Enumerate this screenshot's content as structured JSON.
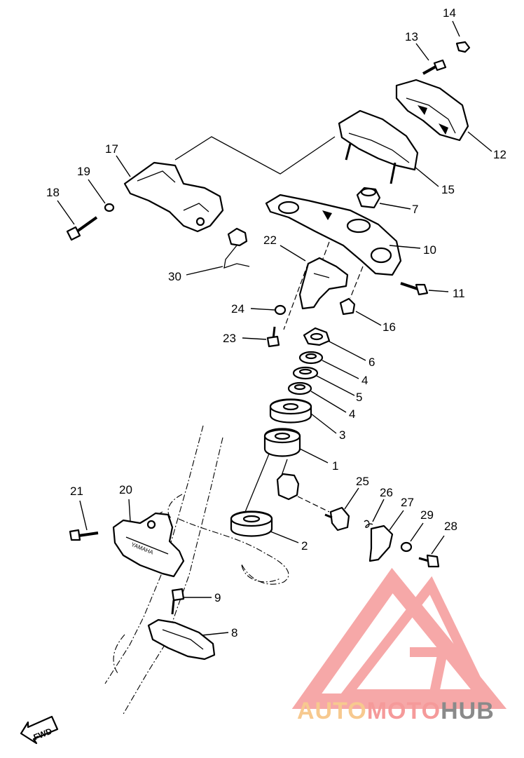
{
  "callouts": [
    {
      "id": "14",
      "text": "14"
    },
    {
      "id": "13",
      "text": "13"
    },
    {
      "id": "12",
      "text": "12"
    },
    {
      "id": "15",
      "text": "15"
    },
    {
      "id": "17",
      "text": "17"
    },
    {
      "id": "19",
      "text": "19"
    },
    {
      "id": "18",
      "text": "18"
    },
    {
      "id": "7",
      "text": "7"
    },
    {
      "id": "10",
      "text": "10"
    },
    {
      "id": "22",
      "text": "22"
    },
    {
      "id": "30",
      "text": "30"
    },
    {
      "id": "11",
      "text": "11"
    },
    {
      "id": "24",
      "text": "24"
    },
    {
      "id": "16",
      "text": "16"
    },
    {
      "id": "23",
      "text": "23"
    },
    {
      "id": "6",
      "text": "6"
    },
    {
      "id": "4a",
      "text": "4"
    },
    {
      "id": "5",
      "text": "5"
    },
    {
      "id": "4b",
      "text": "4"
    },
    {
      "id": "3",
      "text": "3"
    },
    {
      "id": "1",
      "text": "1"
    },
    {
      "id": "25",
      "text": "25"
    },
    {
      "id": "26",
      "text": "26"
    },
    {
      "id": "27",
      "text": "27"
    },
    {
      "id": "29",
      "text": "29"
    },
    {
      "id": "28",
      "text": "28"
    },
    {
      "id": "21",
      "text": "21"
    },
    {
      "id": "20",
      "text": "20"
    },
    {
      "id": "2",
      "text": "2"
    },
    {
      "id": "9",
      "text": "9"
    },
    {
      "id": "8",
      "text": "8"
    }
  ],
  "direction_label": "FWD",
  "bracket_emblem": "YAMAHA",
  "watermark": {
    "part1": "AUTO",
    "part2": "MOTO",
    "part3": "HUB",
    "color_auto": "#f7c98f",
    "color_moto": "#f59a9a",
    "color_hub": "#8a8a8a",
    "triangle_color": "#f59a9a"
  }
}
